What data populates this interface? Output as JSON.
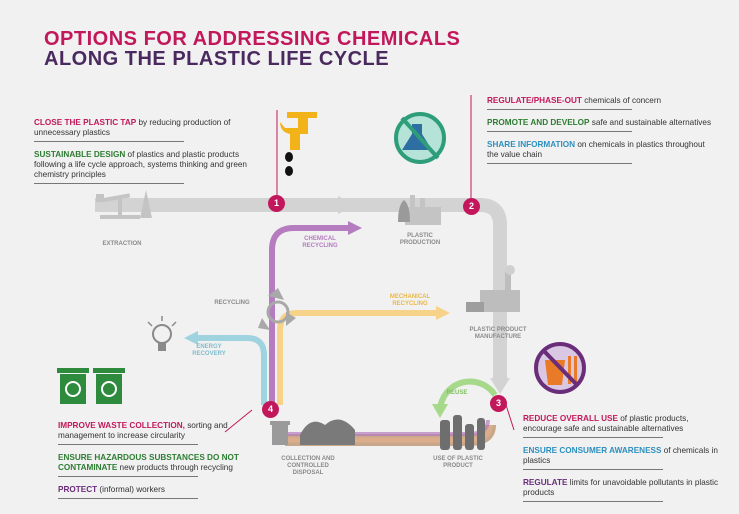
{
  "title": {
    "line1": "OPTIONS FOR ADDRESSING CHEMICALS",
    "line2": "ALONG THE PLASTIC LIFE CYCLE"
  },
  "stage1": {
    "number": "1",
    "item1_bold": "CLOSE THE PLASTIC TAP",
    "item1_text": " by reducing production of unnecessary plastics",
    "item2_bold": "SUSTAINABLE DESIGN",
    "item2_text": " of plastics and plastic products following a life cycle approach, systems thinking and green chemistry principles"
  },
  "stage2": {
    "number": "2",
    "item1_bold": "REGULATE/PHASE-OUT",
    "item1_text": " chemicals of concern",
    "item2_bold": "PROMOTE AND DEVELOP",
    "item2_text": " safe and sustainable alternatives",
    "item3_bold": "SHARE INFORMATION",
    "item3_text": " on chemicals in plastics throughout the value chain"
  },
  "stage3": {
    "number": "3",
    "item1_bold": "REDUCE OVERALL USE",
    "item1_text": "  of plastic products, encourage safe and sustainable alternatives",
    "item2_bold": "ENSURE CONSUMER AWARENESS",
    "item2_text": " of chemicals in plastics",
    "item3_bold": "REGULATE",
    "item3_text": " limits for unavoidable pollutants in plastic products"
  },
  "stage4": {
    "number": "4",
    "item1_bold": "IMPROVE WASTE COLLECTION,",
    "item1_text": " sorting and management to increase circularity",
    "item2_bold": "ENSURE HAZARDOUS SUBSTANCES DO NOT CONTAMINATE",
    "item2_text": " new products through recycling",
    "item3_bold": "PROTECT",
    "item3_text": " (informal) workers"
  },
  "labels": {
    "extraction": "EXTRACTION",
    "plastic_production": "PLASTIC\nPRODUCTION",
    "chemical_recycling": "CHEMICAL\nRECYCLING",
    "recycling": "RECYCLING",
    "mechanical_recycling": "MECHANICAL\nRECYCLING",
    "plastic_product_manufacture": "PLASTIC PRODUCT\nMANUFACTURE",
    "energy_recovery": "ENERGY\nRECOVERY",
    "reuse": "REUSE",
    "collection": "COLLECTION AND\nCONTROLLED\nDISPOSAL",
    "use": "USE OF PLASTIC\nPRODUCT"
  },
  "colors": {
    "accent": "#c2185b",
    "title_dark": "#4a2a5e",
    "green": "#2e7d32",
    "blue": "#2d8fbf",
    "purple": "#6a2d7a",
    "flow_grey": "#cfcfcf",
    "chem_recycling": "#b57cc0",
    "mech_recycling": "#f7d38a",
    "energy": "#9fd3e0",
    "reuse": "#a6d98a"
  },
  "icons": [
    "tap-icon",
    "flask-icon",
    "bag-food-icon",
    "bin-icon",
    "bulb-icon",
    "pumpjack-icon",
    "factory-icon",
    "recycle-icon",
    "bottles-icon"
  ]
}
